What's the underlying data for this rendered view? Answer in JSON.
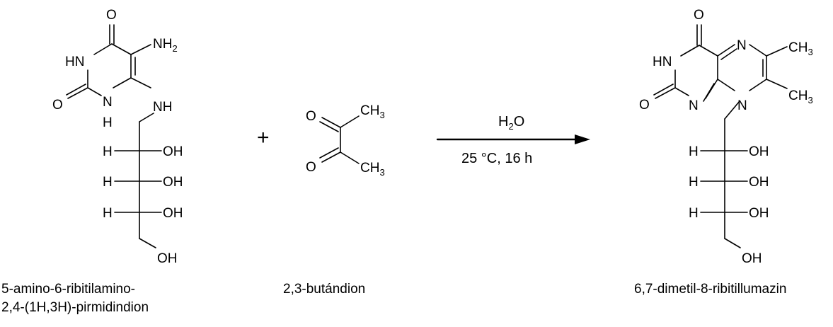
{
  "reactant1": {
    "atoms": {
      "O_top": "O",
      "HN": "HN",
      "NH": "NH",
      "NH2_main": "NH",
      "NH2_sub": "2",
      "O_left": "O",
      "N": "N",
      "H": "H",
      "H1": "H",
      "H2": "H",
      "H3": "H",
      "OH1": "OH",
      "OH2": "OH",
      "OH3": "OH",
      "OH4": "OH"
    },
    "name_line1": "5-amino-6-ribitilamino-",
    "name_line2": "2,4-(1H,3H)-pirmidindion"
  },
  "plus": "+",
  "reactant2": {
    "atoms": {
      "O1": "O",
      "O2": "O",
      "CH3_top_main": "CH",
      "CH3_top_sub": "3",
      "CH3_bot_main": "CH",
      "CH3_bot_sub": "3"
    },
    "name": "2,3-butándion"
  },
  "conditions": {
    "reagent_main": "H",
    "reagent_sub": "2",
    "reagent_tail": "O",
    "temp_time": "25 °C, 16 h"
  },
  "product": {
    "atoms": {
      "O_top": "O",
      "HN": "HN",
      "N_ring_top": "N",
      "N_ring_bot": "N",
      "N_pyr": "N",
      "O_left": "O",
      "CH3_top_main": "CH",
      "CH3_top_sub": "3",
      "CH3_bot_main": "CH",
      "CH3_bot_sub": "3",
      "H1": "H",
      "H2": "H",
      "H3": "H",
      "OH1": "OH",
      "OH2": "OH",
      "OH3": "OH",
      "OH4": "OH"
    },
    "name": "6,7-dimetil-8-ribitillumazin"
  }
}
